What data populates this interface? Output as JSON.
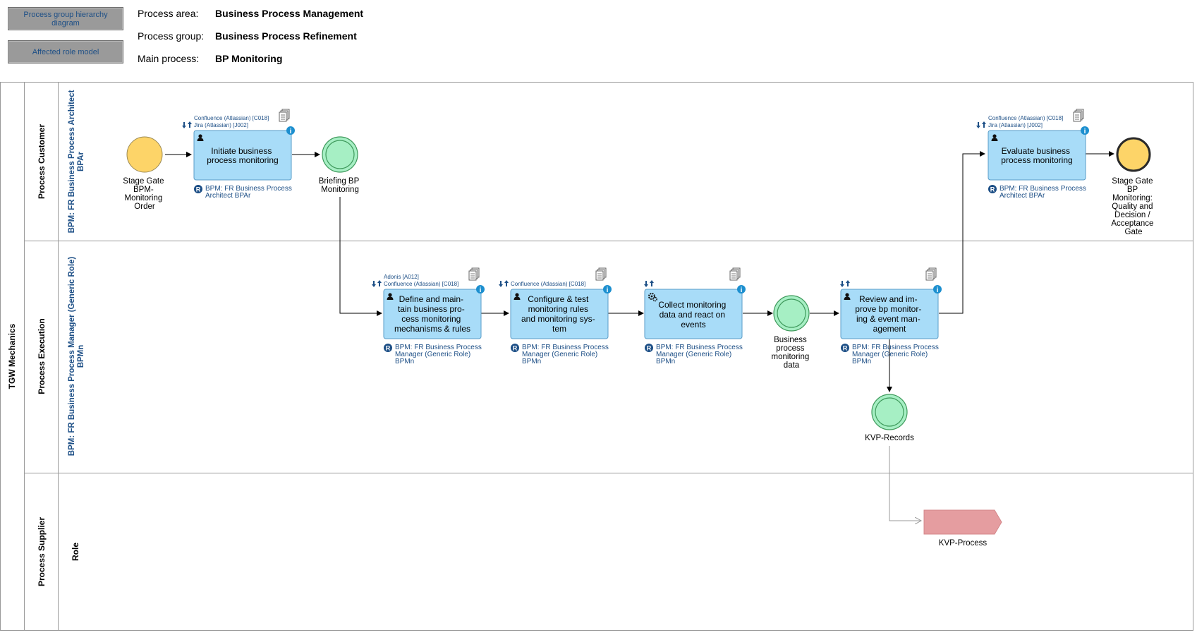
{
  "header": {
    "buttons": [
      "Process group hierarchy diagram",
      "Affected role model"
    ],
    "button_line1": "Process group hierarchy",
    "button_line2": "diagram",
    "process_area_label": "Process area:",
    "process_area_value": "Business Process Management",
    "process_group_label": "Process group:",
    "process_group_value": "Business Process Refinement",
    "main_process_label": "Main process:",
    "main_process_value": "BP Monitoring"
  },
  "pool": {
    "title": "TGW Mechanics",
    "lanes": [
      {
        "name": "Process Customer",
        "role_line1": "BPM: FR Business Process Architect",
        "role_line2": "BPAr"
      },
      {
        "name": "Process Execution",
        "role_line1": "BPM: FR Business Process Manager (Generic Role)",
        "role_line2": "BPMn"
      },
      {
        "name": "Process Supplier",
        "role_line1": "Role",
        "role_line2": ""
      }
    ]
  },
  "events": {
    "start": {
      "lines": [
        "Stage Gate",
        "BPM-",
        "Monitoring",
        "Order"
      ]
    },
    "briefing": {
      "lines": [
        "Briefing BP",
        "Monitoring"
      ]
    },
    "end": {
      "lines": [
        "Stage Gate",
        "BP",
        "Monitoring:",
        "Quality and",
        "Decision /",
        "Acceptance",
        "Gate"
      ]
    },
    "monitoring_data": {
      "lines": [
        "Business",
        "process",
        "monitoring",
        "data"
      ]
    },
    "kvp_records": {
      "lines": [
        "KVP-Records"
      ]
    }
  },
  "tasks": {
    "initiate": {
      "lines": [
        "Initiate business",
        "process monitoring"
      ],
      "systems": [
        "Confluence (Atlassian) [C018]",
        "Jira (Atlassian) [J002]"
      ],
      "role": [
        "BPM: FR Business Process",
        "Architect BPAr"
      ]
    },
    "evaluate": {
      "lines": [
        "Evaluate business",
        "process monitoring"
      ],
      "systems": [
        "Confluence (Atlassian) [C018]",
        "Jira (Atlassian) [J002]"
      ],
      "role": [
        "BPM: FR Business Process",
        "Architect BPAr"
      ]
    },
    "define": {
      "lines": [
        "Define and main-",
        "tain business pro-",
        "cess monitoring",
        "mechanisms & rules"
      ],
      "systems": [
        "Adonis [A012]",
        "Confluence (Atlassian) [C018]"
      ],
      "role": [
        "BPM: FR Business Process",
        "Manager (Generic Role)",
        "BPMn"
      ]
    },
    "configure": {
      "lines": [
        "Configure & test",
        "monitoring rules",
        "and monitoring sys-",
        "tem"
      ],
      "systems": [
        "Confluence (Atlassian) [C018]"
      ],
      "role": [
        "BPM: FR Business Process",
        "Manager (Generic Role)",
        "BPMn"
      ]
    },
    "collect": {
      "lines": [
        "Collect monitoring",
        "data and react on",
        "events"
      ],
      "systems": [],
      "role": [
        "BPM: FR Business Process",
        "Manager (Generic Role)",
        "BPMn"
      ]
    },
    "review": {
      "lines": [
        "Review and im-",
        "prove bp monitor-",
        "ing & event man-",
        "agement"
      ],
      "systems": [],
      "role": [
        "BPM: FR Business Process",
        "Manager (Generic Role)",
        "BPMn"
      ]
    }
  },
  "process_link": {
    "label": "KVP-Process"
  },
  "colors": {
    "task_fill": "#a8dcf8",
    "task_stroke": "#5a9dc8",
    "start_fill": "#fdd468",
    "intermediate_fill": "#a6efc4",
    "intermediate_stroke": "#3f9a5c",
    "process_fill": "#e59da0",
    "link_text": "#1d4f86"
  },
  "icons": [
    "user-icon",
    "info-icon",
    "documents-icon",
    "gear-icon",
    "role-badge-icon",
    "transfer-arrows-icon"
  ]
}
